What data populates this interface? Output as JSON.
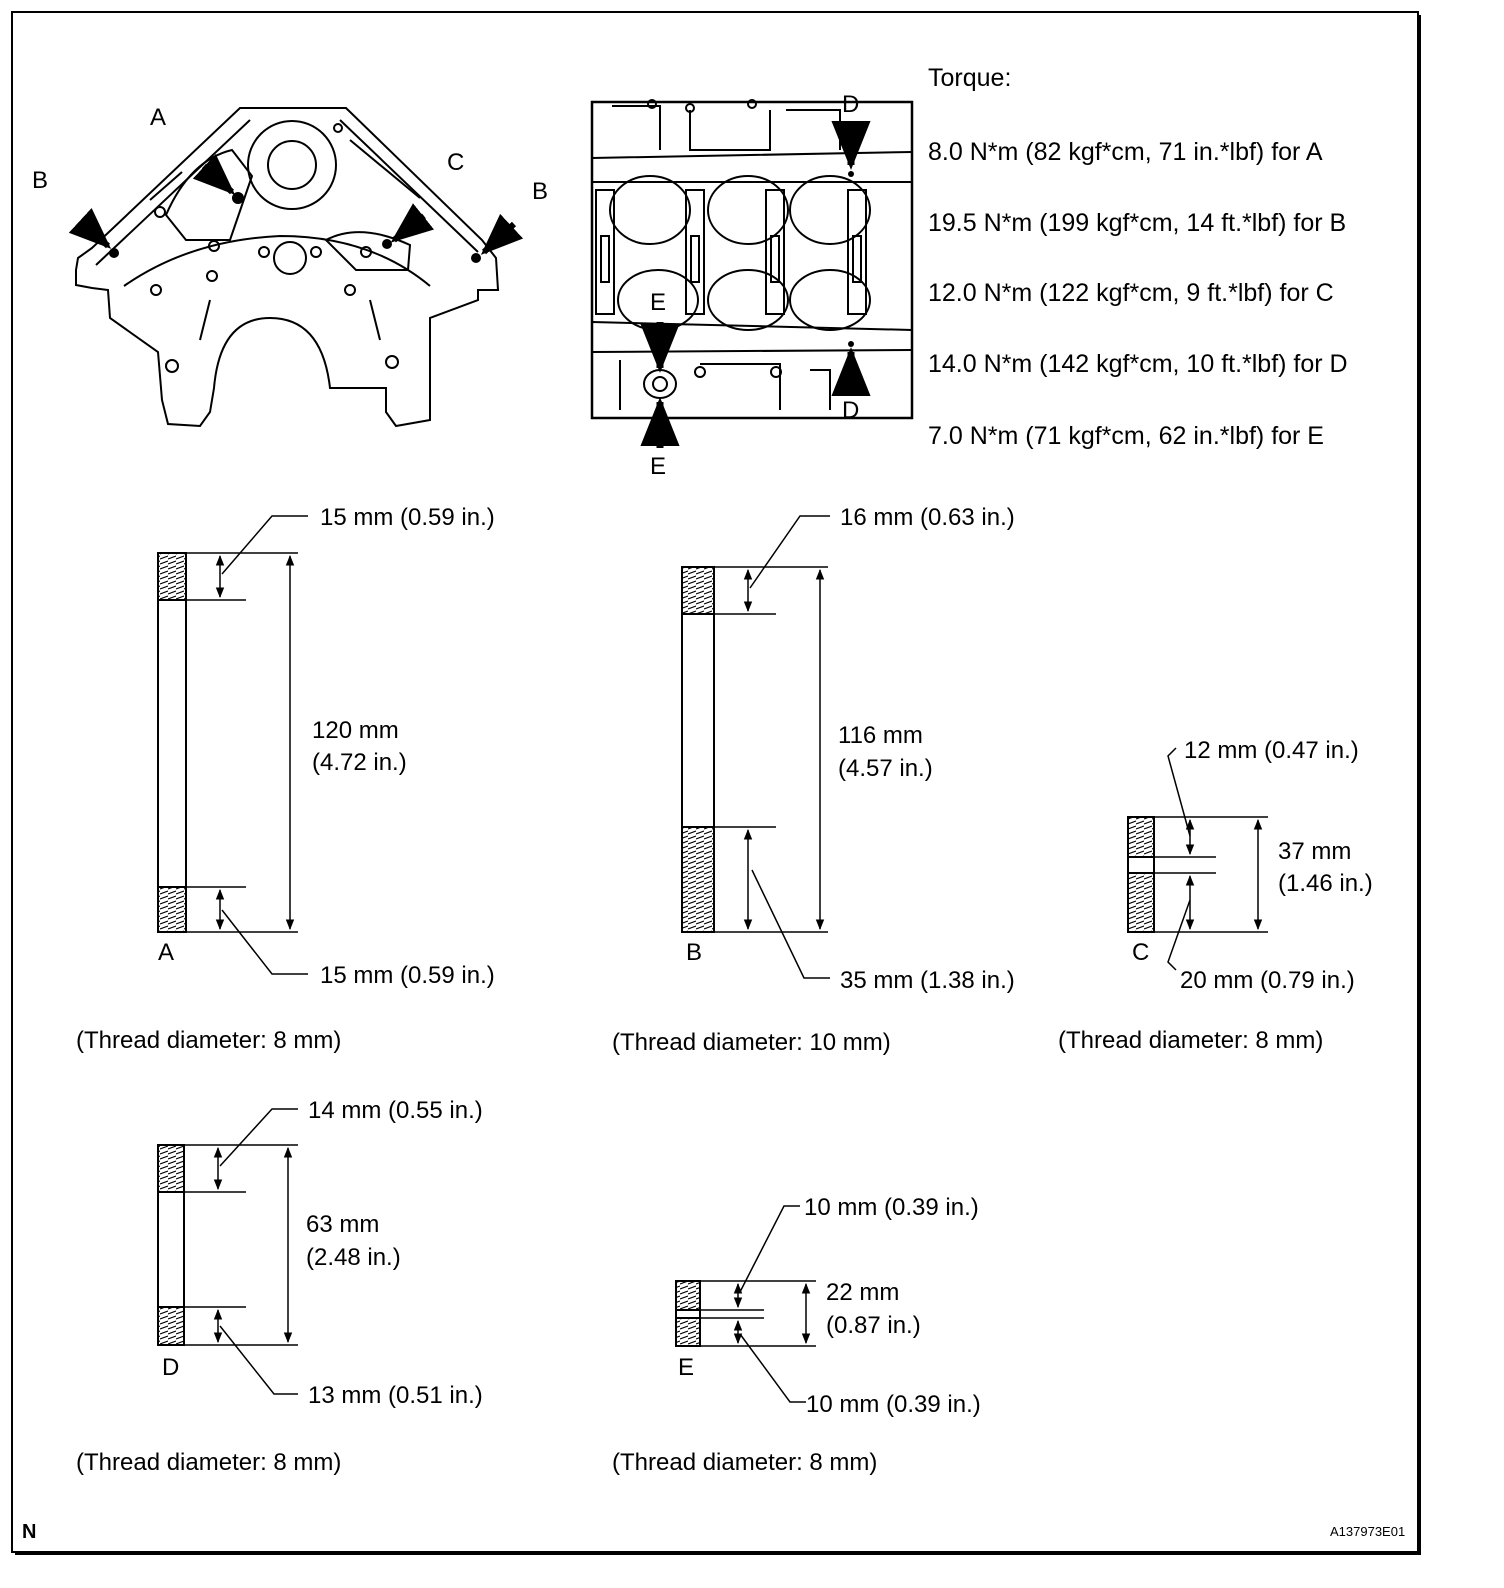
{
  "torque": {
    "heading": "Torque:",
    "lines": [
      "8.0 N*m (82 kgf*cm, 71 in.*lbf) for A",
      "19.5 N*m (199 kgf*cm, 14 ft.*lbf) for B",
      "12.0 N*m (122 kgf*cm, 9 ft.*lbf) for C",
      "14.0 N*m (142 kgf*cm, 10 ft.*lbf) for D",
      "7.0 N*m (71 kgf*cm, 62 in.*lbf) for E"
    ]
  },
  "front_view": {
    "label_a": "A",
    "label_b": "B",
    "label_c": "C"
  },
  "top_view": {
    "label_b": "B",
    "label_d_top": "D",
    "label_d_bottom": "D",
    "label_e_top": "E",
    "label_e_bottom": "E"
  },
  "studs": {
    "A": {
      "label": "A",
      "thread_top": "15 mm (0.59 in.)",
      "thread_bottom": "15 mm (0.59 in.)",
      "total_mm": "120 mm",
      "total_in": "(4.72 in.)",
      "thread_diameter": "(Thread diameter: 8 mm)"
    },
    "B": {
      "label": "B",
      "thread_top": "16 mm (0.63 in.)",
      "thread_bottom": "35 mm (1.38 in.)",
      "total_mm": "116 mm",
      "total_in": "(4.57 in.)",
      "thread_diameter": "(Thread diameter: 10 mm)"
    },
    "C": {
      "label": "C",
      "thread_top": "12 mm (0.47 in.)",
      "thread_bottom": "20 mm (0.79 in.)",
      "total_mm": "37 mm",
      "total_in": "(1.46 in.)",
      "thread_diameter": "(Thread diameter: 8 mm)"
    },
    "D": {
      "label": "D",
      "thread_top": "14 mm (0.55 in.)",
      "thread_bottom": "13 mm (0.51 in.)",
      "total_mm": "63 mm",
      "total_in": "(2.48 in.)",
      "thread_diameter": "(Thread diameter: 8 mm)"
    },
    "E": {
      "label": "E",
      "thread_top": "10 mm (0.39 in.)",
      "thread_bottom": "10 mm (0.39 in.)",
      "total_mm": "22 mm",
      "total_in": "(0.87 in.)",
      "thread_diameter": "(Thread diameter: 8 mm)"
    }
  },
  "footer": {
    "left_mark": "N",
    "figure_id": "A137973E01"
  }
}
